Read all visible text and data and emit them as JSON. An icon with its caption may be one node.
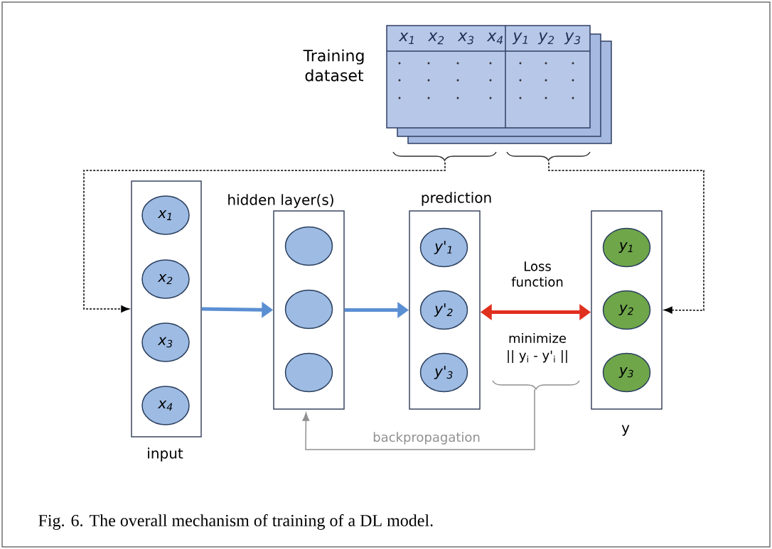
{
  "diagram": {
    "caption": "Fig. 6.   The overall mechanism of training of a DL model.",
    "nodes": [
      {
        "text": [
          "Training dataset"
        ]
      },
      {
        "text": [
          "input"
        ]
      },
      {
        "text": [
          "x$_{1}$"
        ],
        "in": 1
      },
      {
        "text": [
          "x$_{2}$"
        ],
        "in": 1
      },
      {
        "text": [
          "x$_{3}$"
        ],
        "in": 1
      },
      {
        "text": [
          "x$_{4}$"
        ],
        "in": 1
      },
      {
        "text": [
          "hidden layer(s)"
        ]
      },
      {
        "text": [],
        "shape": "circle",
        "in": 6
      },
      {
        "text": [],
        "shape": "circle",
        "in": 6
      },
      {
        "text": [],
        "shape": "circle",
        "in": 6
      },
      {
        "text": [
          "prediction"
        ]
      },
      {
        "text": [
          "y'$_{1}$"
        ],
        "in": 10
      },
      {
        "text": [
          "y'$_{2}$"
        ],
        "in": 10
      },
      {
        "text": [
          "y'$_{3}$"
        ],
        "in": 10
      },
      {
        "text": [
          "y"
        ]
      },
      {
        "text": [
          "y$_{1}$"
        ],
        "in": 14
      },
      {
        "text": [
          "y$_{2}$"
        ],
        "in": 14
      },
      {
        "text": [
          "y$_{3}$"
        ],
        "in": 14
      },
      {
        "text": [
          "minimize",
          "|| y$_{i}$ - y'$_{i}$ ||"
        ]
      }
    ],
    "edges": [
      {
        "from": 0,
        "to": 1,
        "arrow": "to",
        "style": "dashed"
      },
      {
        "from": 0,
        "to": 14,
        "arrow": "to",
        "style": "dashed"
      },
      {
        "from": 1,
        "to": 6,
        "arrow": "to",
        "style": "thick",
        "color": "#5b8fd3"
      },
      {
        "from": 6,
        "to": 10,
        "arrow": "to",
        "style": "thick",
        "color": "#5b8fd3"
      },
      {
        "from": 10,
        "to": 14,
        "arrow": "both",
        "label": "Loss function",
        "style": "thick",
        "color": "#e0301e"
      },
      {
        "from": 18,
        "to": 6,
        "arrow": "to",
        "label": "backpropagation",
        "color": "#909090"
      }
    ],
    "labels": [
      "x$_{1}$",
      "x$_{2}$",
      "x$_{3}$",
      "x$_{4}$",
      "y$_{1}$",
      "y$_{2}$",
      "y$_{3}$"
    ]
  }
}
